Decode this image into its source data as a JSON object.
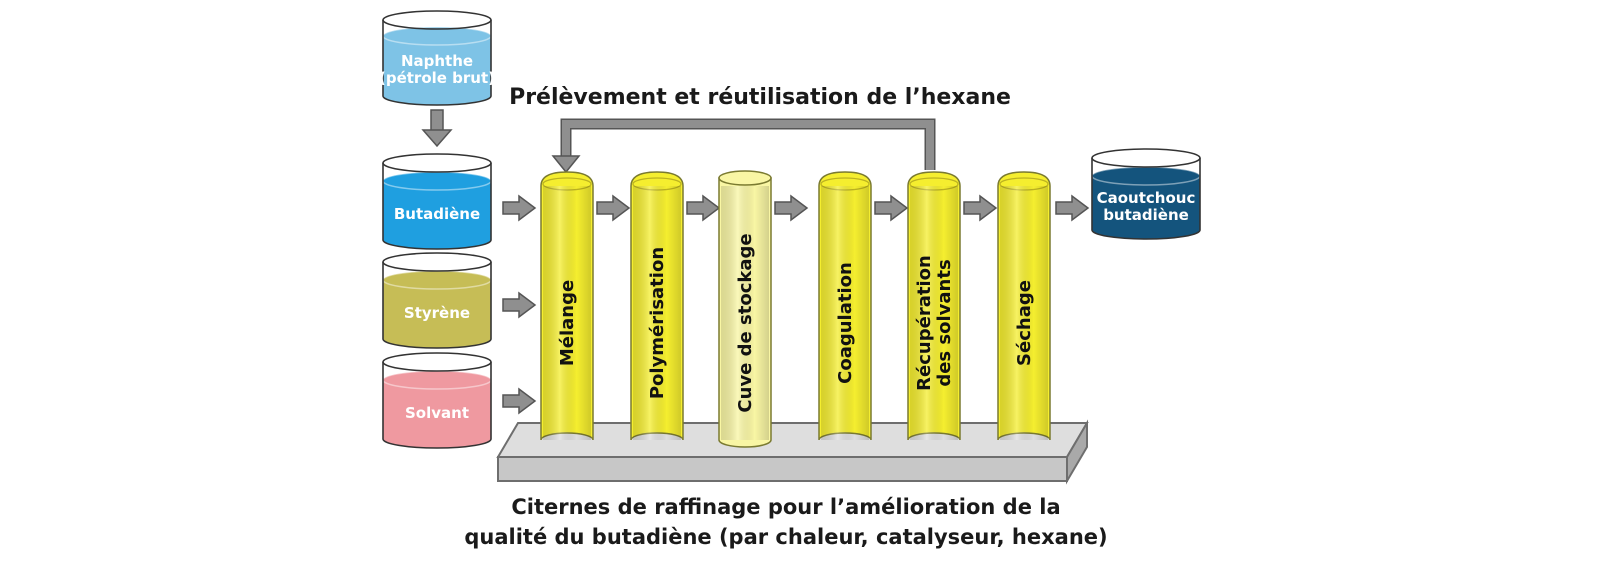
{
  "diagram": {
    "top_label": "Prélèvement et réutilisation de l’hexane",
    "caption_line1": "Citernes de raffinage pour l’amélioration de la",
    "caption_line2": "qualité du butadiène (par chaleur, catalyseur, hexane)",
    "source_tanks": [
      {
        "id": "naphthe",
        "lines": [
          "Naphthe",
          "(pétrole brut)"
        ],
        "color": "#7ec3e6"
      },
      {
        "id": "butadiene",
        "lines": [
          "Butadiène"
        ],
        "color": "#1f9fe0"
      },
      {
        "id": "styrene",
        "lines": [
          "Styrène"
        ],
        "color": "#c6bd56"
      },
      {
        "id": "solvant",
        "lines": [
          "Solvant"
        ],
        "color": "#ef99a0"
      }
    ],
    "columns": [
      {
        "id": "melange",
        "lines": [
          "Mélange"
        ],
        "color": "#f5ee2f"
      },
      {
        "id": "polymerisation",
        "lines": [
          "Polymérisation"
        ],
        "color": "#f5ee2f"
      },
      {
        "id": "cuve",
        "lines": [
          "Cuve de stockage"
        ],
        "color": "#f9f6a4"
      },
      {
        "id": "coagulation",
        "lines": [
          "Coagulation"
        ],
        "color": "#f5ee2f"
      },
      {
        "id": "recuperation",
        "lines": [
          "Récupération",
          "des solvants"
        ],
        "color": "#f5ee2f"
      },
      {
        "id": "sechage",
        "lines": [
          "Séchage"
        ],
        "color": "#f5ee2f"
      }
    ],
    "product_tank": {
      "id": "caoutchouc",
      "lines": [
        "Caoutchouc",
        "butadiène"
      ],
      "color": "#14547d"
    },
    "colors": {
      "arrow": "#8f8f8f",
      "platform": "#c7c7c7"
    }
  }
}
